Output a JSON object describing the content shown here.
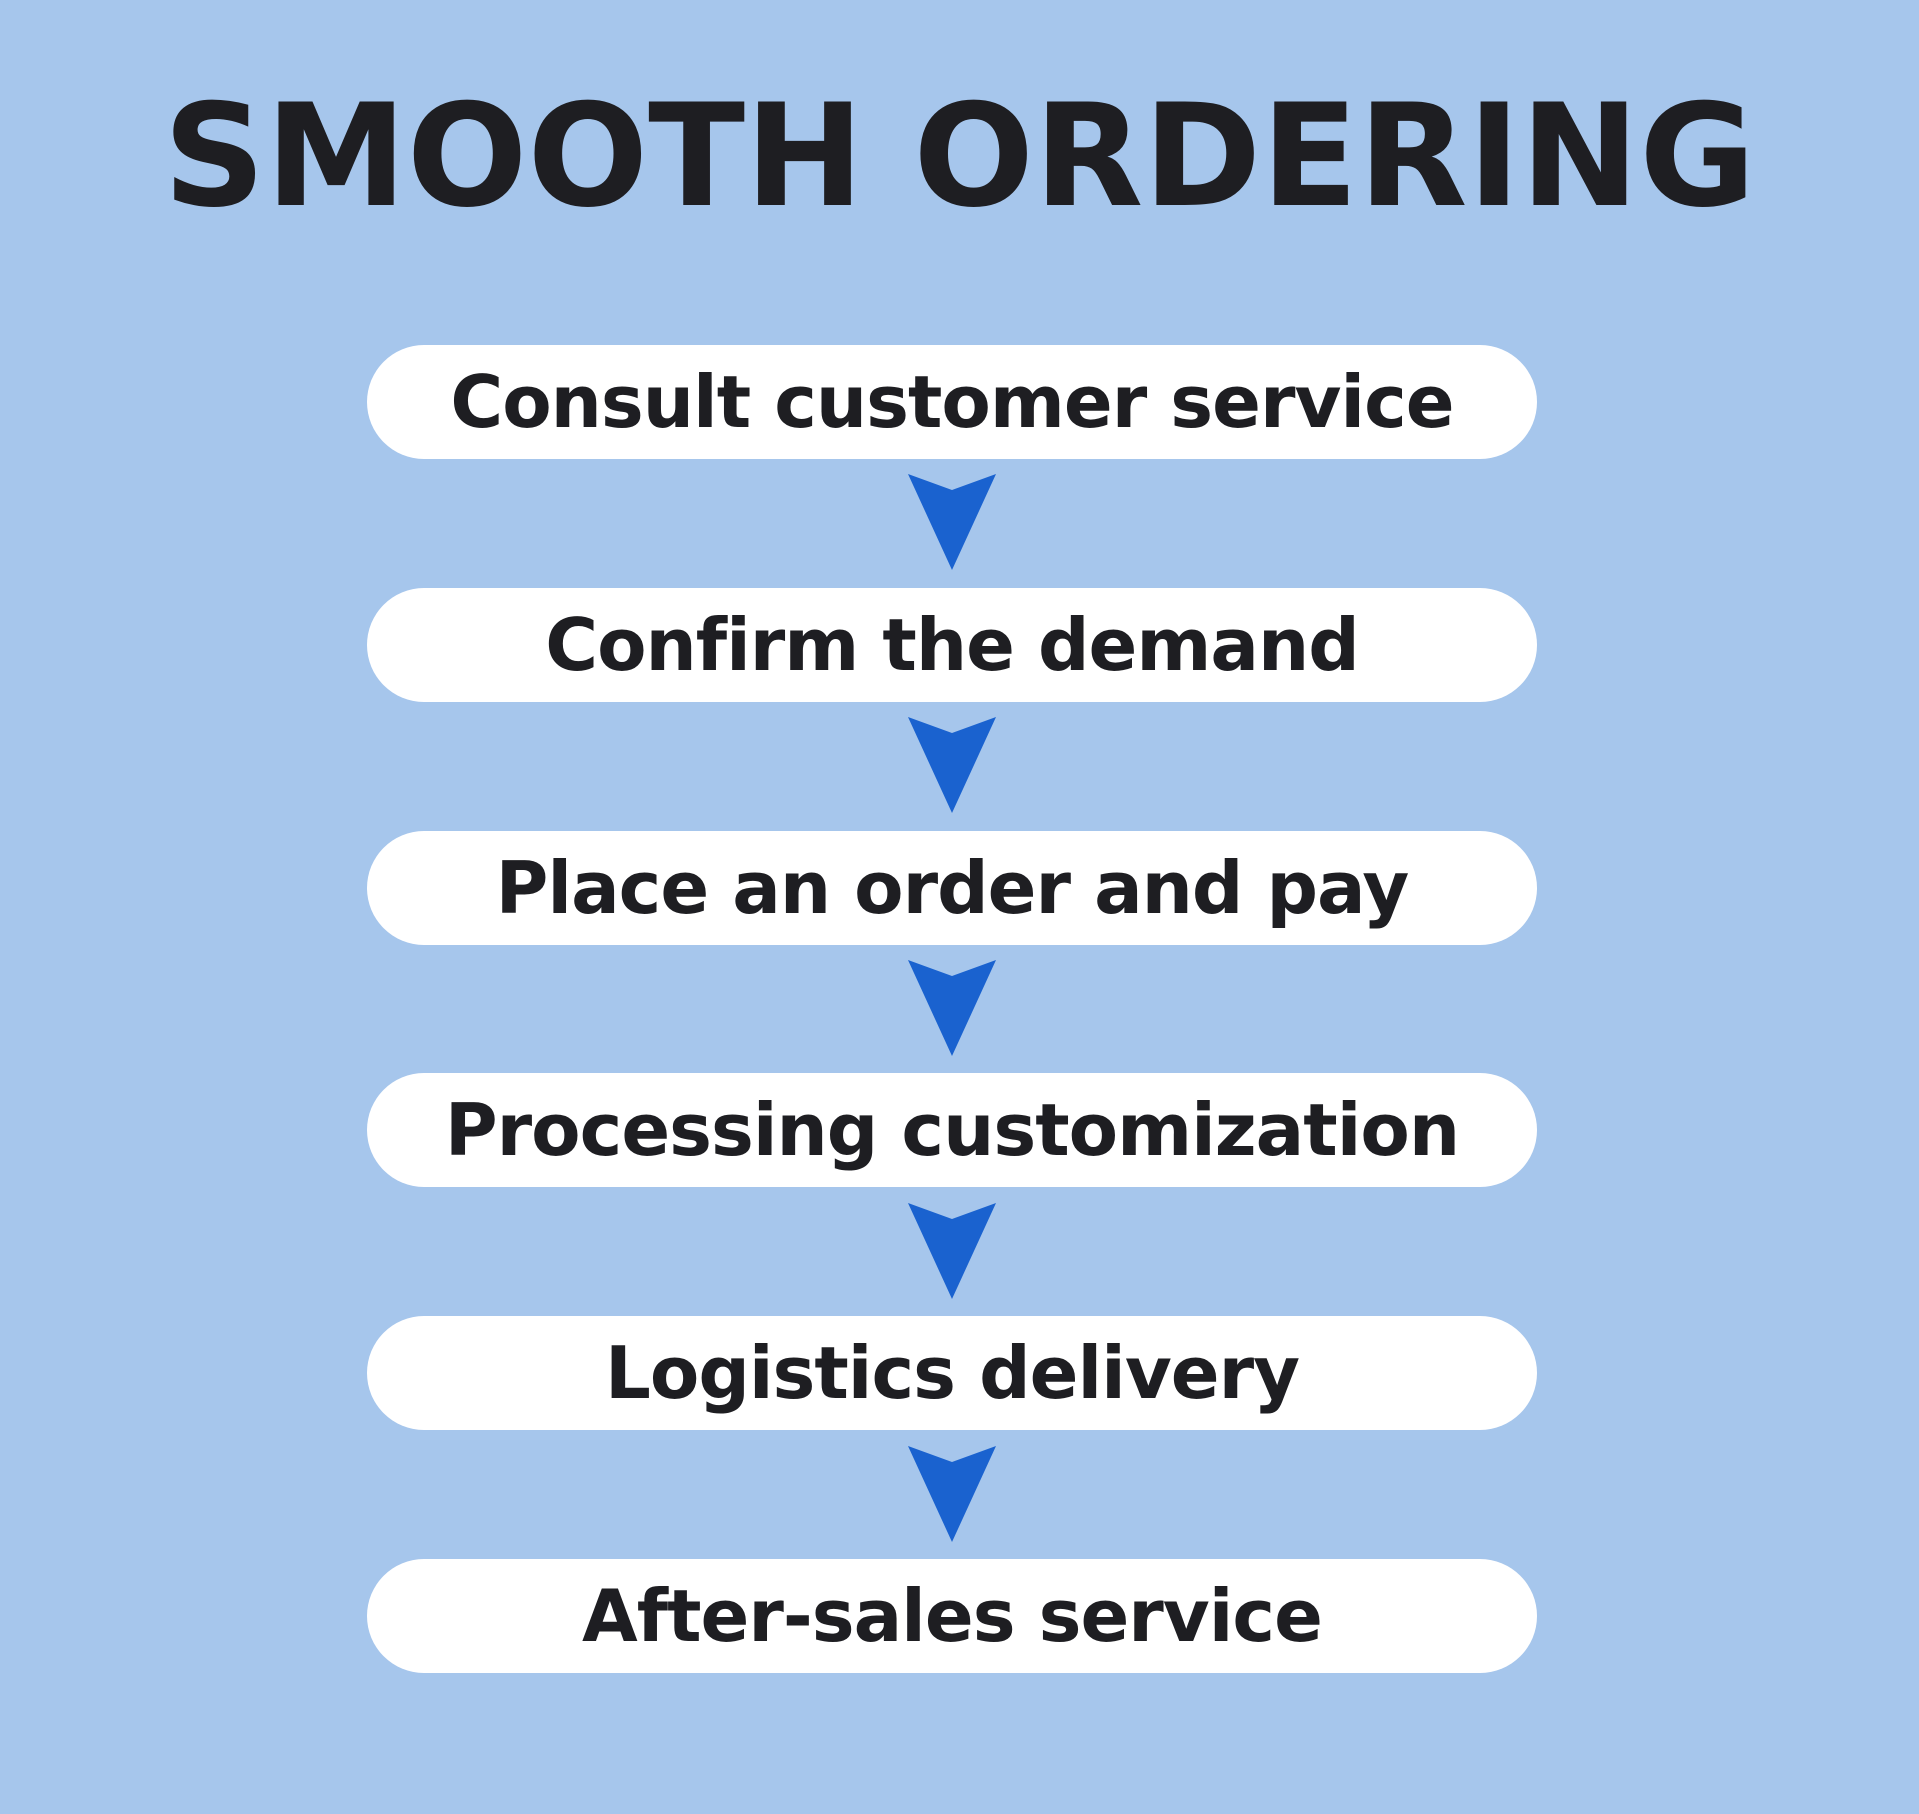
{
  "title": "SMOOTH ORDERING",
  "accent_color": "#1a62cf",
  "background_color": "#a6c6ec",
  "steps": [
    {
      "label": "Consult customer service"
    },
    {
      "label": "Confirm the demand"
    },
    {
      "label": "Place an order and pay"
    },
    {
      "label": "Processing customization"
    },
    {
      "label": "Logistics delivery"
    },
    {
      "label": "After-sales service"
    }
  ],
  "arrows": [
    {
      "icon": "arrow-down-icon"
    },
    {
      "icon": "arrow-down-icon"
    },
    {
      "icon": "arrow-down-icon"
    },
    {
      "icon": "arrow-down-icon"
    },
    {
      "icon": "arrow-down-icon"
    }
  ]
}
